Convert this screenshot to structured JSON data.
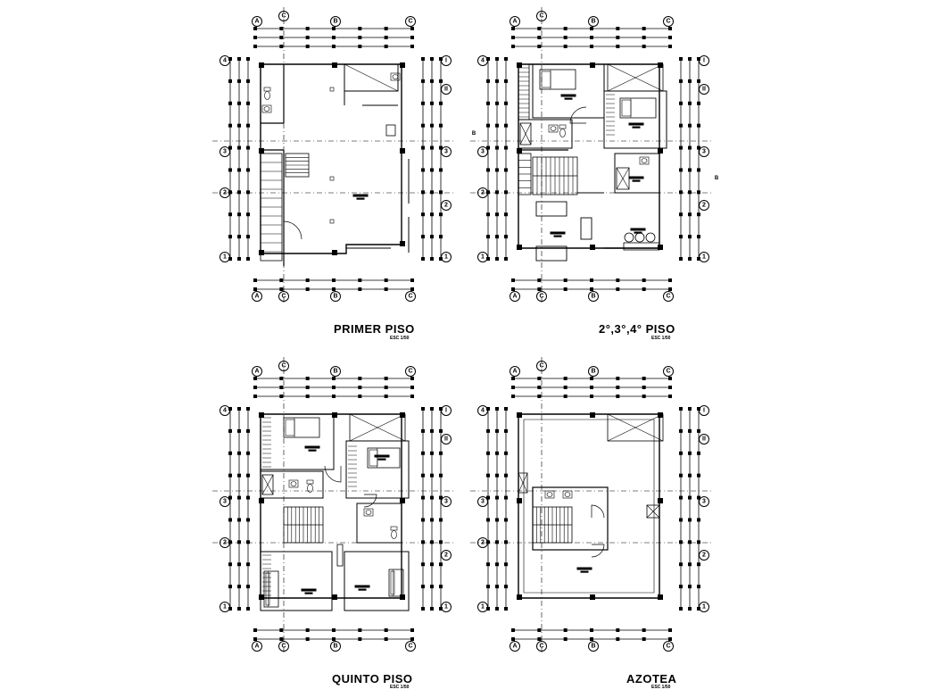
{
  "drawing": {
    "plans": [
      {
        "id": "primer",
        "title": "PRIMER PISO",
        "scale": "ESC 1/50"
      },
      {
        "id": "tipico",
        "title": "2°,3°,4° PISO",
        "scale": "ESC 1/50"
      },
      {
        "id": "quinto",
        "title": "QUINTO PISO",
        "scale": "ESC 1/50"
      },
      {
        "id": "azotea",
        "title": "AZOTEA",
        "scale": "ESC 1/50"
      }
    ],
    "grid_letters": [
      "A",
      "B",
      "C"
    ],
    "grid_numbers": [
      "4",
      "3",
      "2",
      "1"
    ],
    "section_marks": [
      "B",
      "B"
    ],
    "colors": {
      "line": "#000000",
      "background": "#ffffff"
    }
  }
}
